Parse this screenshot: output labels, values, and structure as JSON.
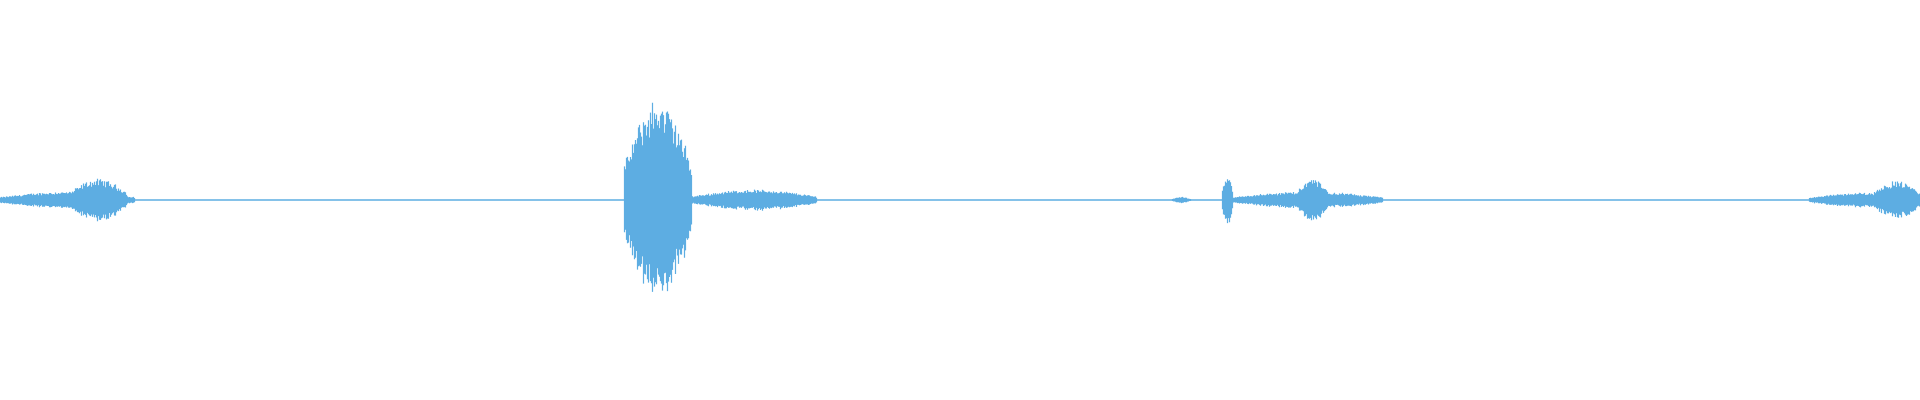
{
  "waveform": {
    "color": "#5dade2",
    "baseline_color": "#5dade2",
    "duration_fraction_segments": [
      {
        "start": 0.0,
        "end": 0.07,
        "level": 0.08
      },
      {
        "start": 0.036,
        "end": 0.066,
        "level": 0.2
      },
      {
        "start": 0.325,
        "end": 0.36,
        "level": 0.95
      },
      {
        "start": 0.36,
        "end": 0.425,
        "level": 0.1
      },
      {
        "start": 0.61,
        "end": 0.62,
        "level": 0.03
      },
      {
        "start": 0.636,
        "end": 0.642,
        "level": 0.24
      },
      {
        "start": 0.642,
        "end": 0.72,
        "level": 0.08
      },
      {
        "start": 0.675,
        "end": 0.692,
        "level": 0.2
      },
      {
        "start": 0.942,
        "end": 1.0,
        "level": 0.07
      },
      {
        "start": 0.975,
        "end": 1.0,
        "level": 0.18
      }
    ]
  }
}
